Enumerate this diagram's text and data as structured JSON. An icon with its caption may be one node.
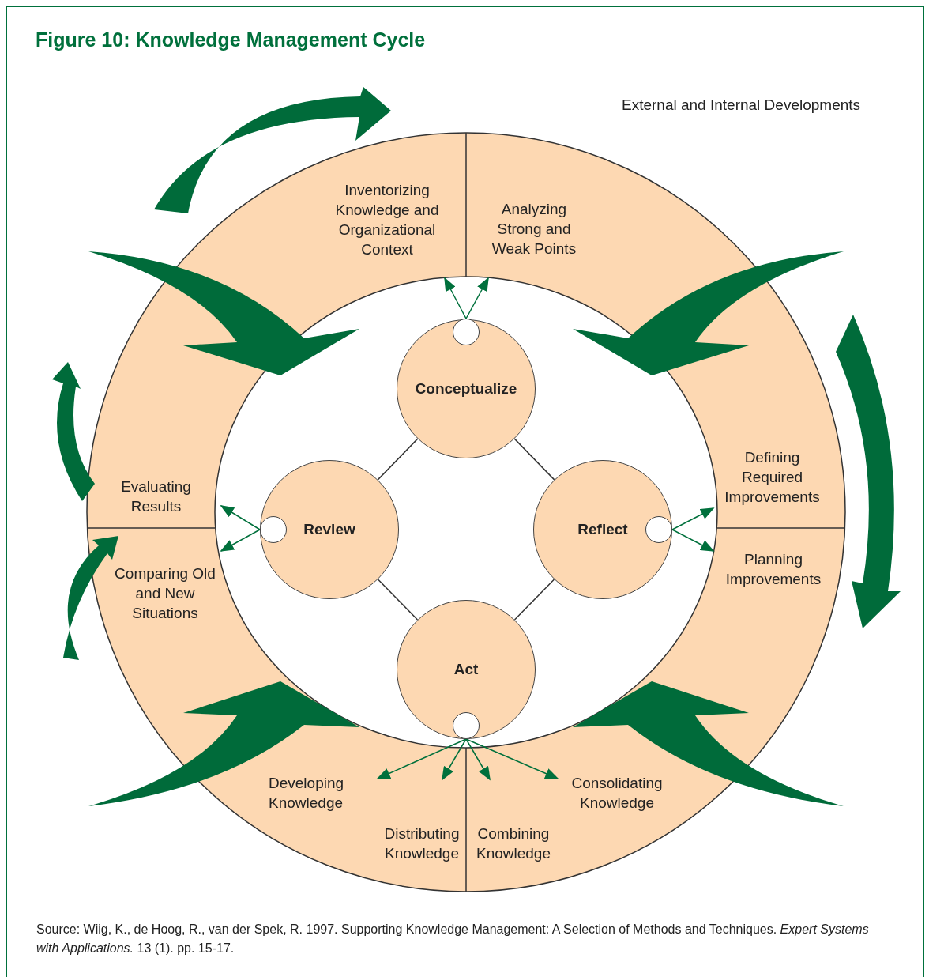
{
  "diagram": {
    "title": "Figure 10: Knowledge Management Cycle",
    "caption": "Source: Wiig, K., de Hoog, R., van der Spek, R. 1997. Supporting Knowledge Management: A Selection of Methods and Techniques. *Expert Systems with Applications.* 13 (1). pp. 15-17.",
    "nodes": [
      {
        "text": [
          "Inventorizing Knowledge and Organizational Context"
        ]
      },
      {
        "text": [
          "Analyzing Strong and Weak Points"
        ]
      },
      {
        "text": [
          "Conceptualize"
        ]
      },
      {
        "text": [
          "Defining Required Improvements"
        ]
      },
      {
        "text": [
          "Evaluating Results"
        ]
      },
      {
        "text": [
          "Review"
        ]
      },
      {
        "text": [
          "Reflect"
        ]
      },
      {
        "text": [
          "Planning Improvements"
        ]
      },
      {
        "text": [
          "Comparing Old and New Situations"
        ]
      },
      {
        "text": [
          "Act"
        ]
      },
      {
        "text": [
          "Consolidating Knowledge"
        ]
      },
      {
        "text": [
          "Developing Knowledge"
        ]
      },
      {
        "text": [
          "Distributing Knowledge"
        ]
      },
      {
        "text": [
          "Combining Knowledge"
        ]
      }
    ],
    "edges": [
      {
        "from": 2,
        "to": 0,
        "arrow": "to"
      },
      {
        "from": 2,
        "to": 1,
        "arrow": "to"
      },
      {
        "from": 6,
        "to": 3,
        "arrow": "to"
      },
      {
        "from": 6,
        "to": 7,
        "arrow": "to"
      },
      {
        "from": 5,
        "to": 4,
        "arrow": "to"
      },
      {
        "from": 5,
        "to": 8,
        "arrow": "to"
      },
      {
        "from": 9,
        "to": 11,
        "arrow": "to"
      },
      {
        "from": 9,
        "to": 12,
        "arrow": "to"
      },
      {
        "from": 9,
        "to": 13,
        "arrow": "to"
      },
      {
        "from": 9,
        "to": 10,
        "arrow": "to"
      },
      {
        "from": 2,
        "to": 5,
        "arrow": "none",
        "color": "#333333"
      },
      {
        "from": 2,
        "to": 6,
        "arrow": "none",
        "color": "#333333"
      },
      {
        "from": 5,
        "to": 9,
        "arrow": "none",
        "color": "#333333"
      },
      {
        "from": 6,
        "to": 9,
        "arrow": "none",
        "color": "#333333"
      }
    ],
    "labels": [
      "External and Internal Developments"
    ]
  }
}
